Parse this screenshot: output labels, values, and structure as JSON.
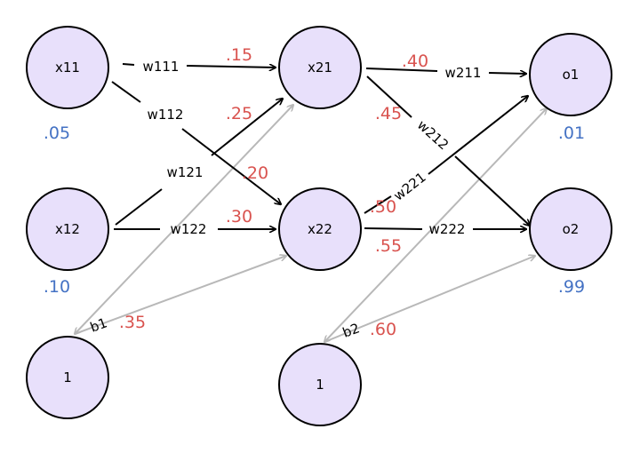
{
  "colors": {
    "weight_value": "#d9534f",
    "io_value": "#4472c4",
    "edge_main": "#000000",
    "edge_bias": "#b8b8b8",
    "node_fill": "#e8e0fb"
  },
  "nodes": {
    "x11": {
      "label": "x11",
      "value": ".05"
    },
    "x12": {
      "label": "x12",
      "value": ".10"
    },
    "b1": {
      "label": "1"
    },
    "x21": {
      "label": "x21"
    },
    "x22": {
      "label": "x22"
    },
    "b2": {
      "label": "1"
    },
    "o1": {
      "label": "o1",
      "value": ".01"
    },
    "o2": {
      "label": "o2",
      "value": ".99"
    }
  },
  "edges": {
    "w111": {
      "label": "w111",
      "value": ".15"
    },
    "w112": {
      "label": "w112",
      "value": ".20"
    },
    "w121": {
      "label": "w121",
      "value": ".25"
    },
    "w122": {
      "label": "w122",
      "value": ".30"
    },
    "b1": {
      "label": "b1",
      "value": ".35"
    },
    "w211": {
      "label": "w211",
      "value": ".40"
    },
    "w212": {
      "label": "w212",
      "value": ".45"
    },
    "w221": {
      "label": "w221",
      "value": ".50"
    },
    "w222": {
      "label": "w222",
      "value": ".55"
    },
    "b2": {
      "label": "b2",
      "value": ".60"
    }
  }
}
